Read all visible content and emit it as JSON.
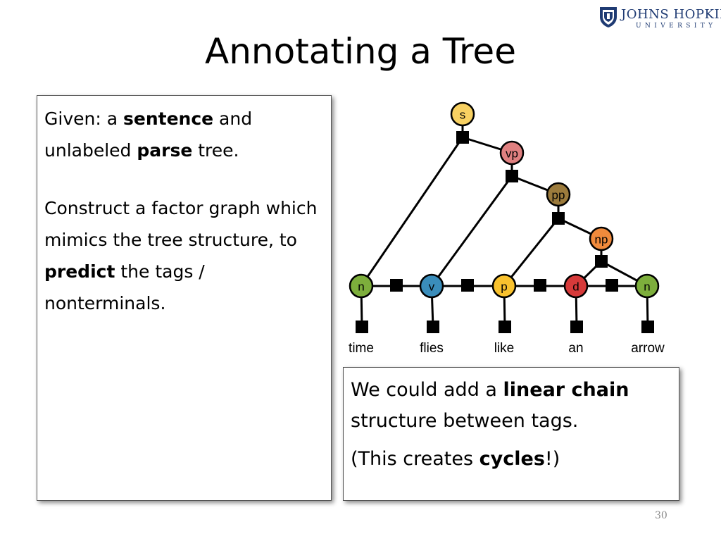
{
  "slide": {
    "title": "Annotating a Tree",
    "page_number": "30"
  },
  "logo": {
    "name": "JOHNS HOPKINS",
    "subtitle": "UNIVERSITY",
    "icon": "university-seal-icon"
  },
  "left_panel": {
    "para1": [
      "Given: a ",
      "sentence",
      " and unlabeled ",
      "parse",
      " tree."
    ],
    "para2": [
      "Construct a factor graph which mimics the tree structure, to ",
      "predict",
      " the tags / nonterminals."
    ]
  },
  "right_panel": {
    "para1": [
      "We could add a ",
      "linear chain",
      " structure between tags."
    ],
    "para2": [
      "(This creates ",
      "cycles",
      "!)"
    ]
  },
  "diagram": {
    "nonterminals": [
      {
        "label": "s",
        "color": "#f8d162"
      },
      {
        "label": "vp",
        "color": "#e08080"
      },
      {
        "label": "pp",
        "color": "#9c7b3c"
      },
      {
        "label": "np",
        "color": "#f08a3c"
      }
    ],
    "tags": [
      {
        "label": "n",
        "color": "#7dae3c"
      },
      {
        "label": "v",
        "color": "#3a8dbb"
      },
      {
        "label": "p",
        "color": "#f9c22e"
      },
      {
        "label": "d",
        "color": "#d63a3a"
      },
      {
        "label": "n",
        "color": "#7dae3c"
      }
    ],
    "words": [
      "time",
      "flies",
      "like",
      "an",
      "arrow"
    ],
    "factor_color": "#000000"
  }
}
